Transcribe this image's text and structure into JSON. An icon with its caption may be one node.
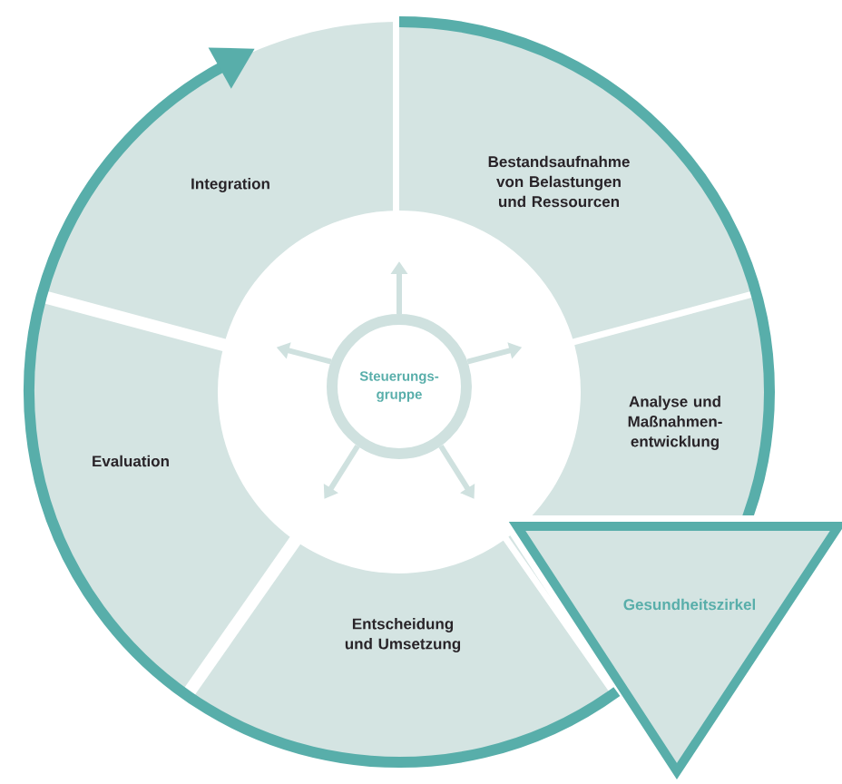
{
  "diagram": {
    "nodes": [
      {
        "text": [
          "Integration"
        ]
      },
      {
        "text": [
          "Bestandsaufnahme von Belastungen und Ressourcen"
        ]
      },
      {
        "text": [
          "Steuerungs-gruppe"
        ]
      },
      {
        "text": [
          "Analyse und Maßnahmen-entwicklung"
        ]
      },
      {
        "text": [
          "Evaluation"
        ]
      },
      {
        "text": [
          "Entscheidung und Umsetzung"
        ]
      },
      {
        "text": [
          "Gesundheitszirkel"
        ]
      }
    ],
    "edges": [
      {
        "from": 2,
        "to": null,
        "arrow": "to"
      },
      {
        "from": 2,
        "to": null,
        "arrow": "to"
      },
      {
        "from": 2,
        "to": null,
        "arrow": "to"
      },
      {
        "from": 2,
        "to": null,
        "arrow": "to"
      },
      {
        "from": 2,
        "to": null,
        "arrow": "to"
      },
      {
        "from": 6,
        "to": 0,
        "arrow": "to",
        "style": "thick",
        "color": "#58aeaa"
      }
    ]
  }
}
